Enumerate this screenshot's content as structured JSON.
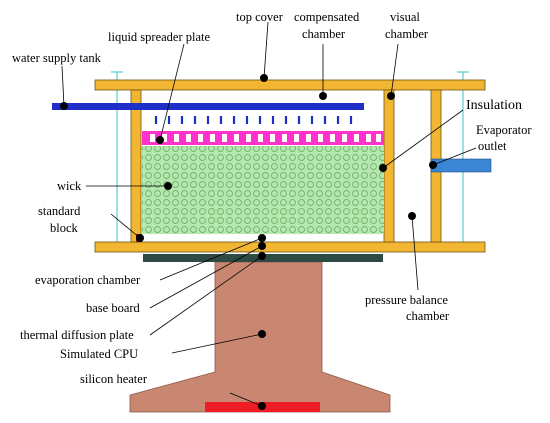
{
  "diagram": {
    "labels": {
      "top_cover": "top cover",
      "compensated_chamber_1": "compensated",
      "compensated_chamber_2": "chamber",
      "visual_chamber_1": "visual",
      "visual_chamber_2": "chamber",
      "liquid_spreader_plate": "liquid spreader plate",
      "water_supply_tank": "water supply tank",
      "insulation": "Insulation",
      "evaporator_outlet_1": "Evaporator",
      "evaporator_outlet_2": "outlet",
      "wick": "wick",
      "standard_block_1": "standard",
      "standard_block_2": "block",
      "evaporation_chamber": "evaporation chamber",
      "base_board": "base board",
      "pressure_balance_chamber_1": "pressure balance",
      "pressure_balance_chamber_2": "chamber",
      "thermal_diffusion_plate": "thermal diffusion plate",
      "simulated_cpu": "Simulated CPU",
      "silicon_heater": "silicon heater"
    },
    "colors": {
      "frame": "#f2b632",
      "frame_stroke": "#6b5310",
      "supply_pipe": "#1e2fc8",
      "spreader": "#ff33cc",
      "wick": "#b8e6b0",
      "outlet_pipe": "#3a86d4",
      "cpu": "#c98670",
      "heater": "#ee1c24",
      "base": "#2e4a44",
      "insulation_line": "#39c6c6"
    }
  }
}
